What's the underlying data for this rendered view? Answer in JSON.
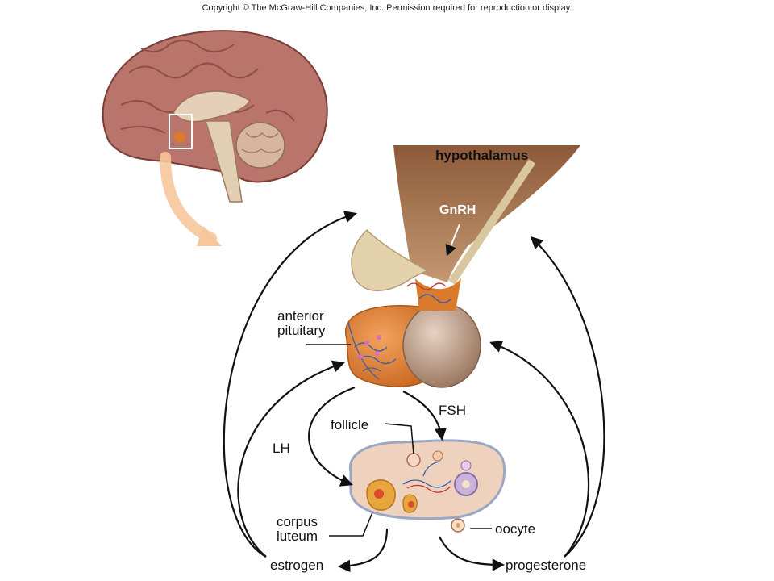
{
  "copyright": "Copyright © The McGraw-Hill Companies, Inc. Permission required for reproduction or display.",
  "labels": {
    "hypothalamus": "hypothalamus",
    "gnrh": "GnRH",
    "anterior_pituitary_line1": "anterior",
    "anterior_pituitary_line2": "pituitary",
    "fsh": "FSH",
    "lh": "LH",
    "follicle": "follicle",
    "corpus_luteum_line1": "corpus",
    "corpus_luteum_line2": "luteum",
    "oocyte": "oocyte",
    "estrogen": "estrogen",
    "progesterone": "progesterone"
  },
  "colors": {
    "brain": "#b9756c",
    "brain_dark": "#8e4f47",
    "hypothalamus": "#a77757",
    "stalk": "#d9c7a0",
    "anterior_pituitary": "#d97a2c",
    "posterior_pituitary": "#b89a86",
    "ovary": "#eed2bd",
    "arrow": "#111111",
    "highlight_arrow": "#f7c79b"
  }
}
